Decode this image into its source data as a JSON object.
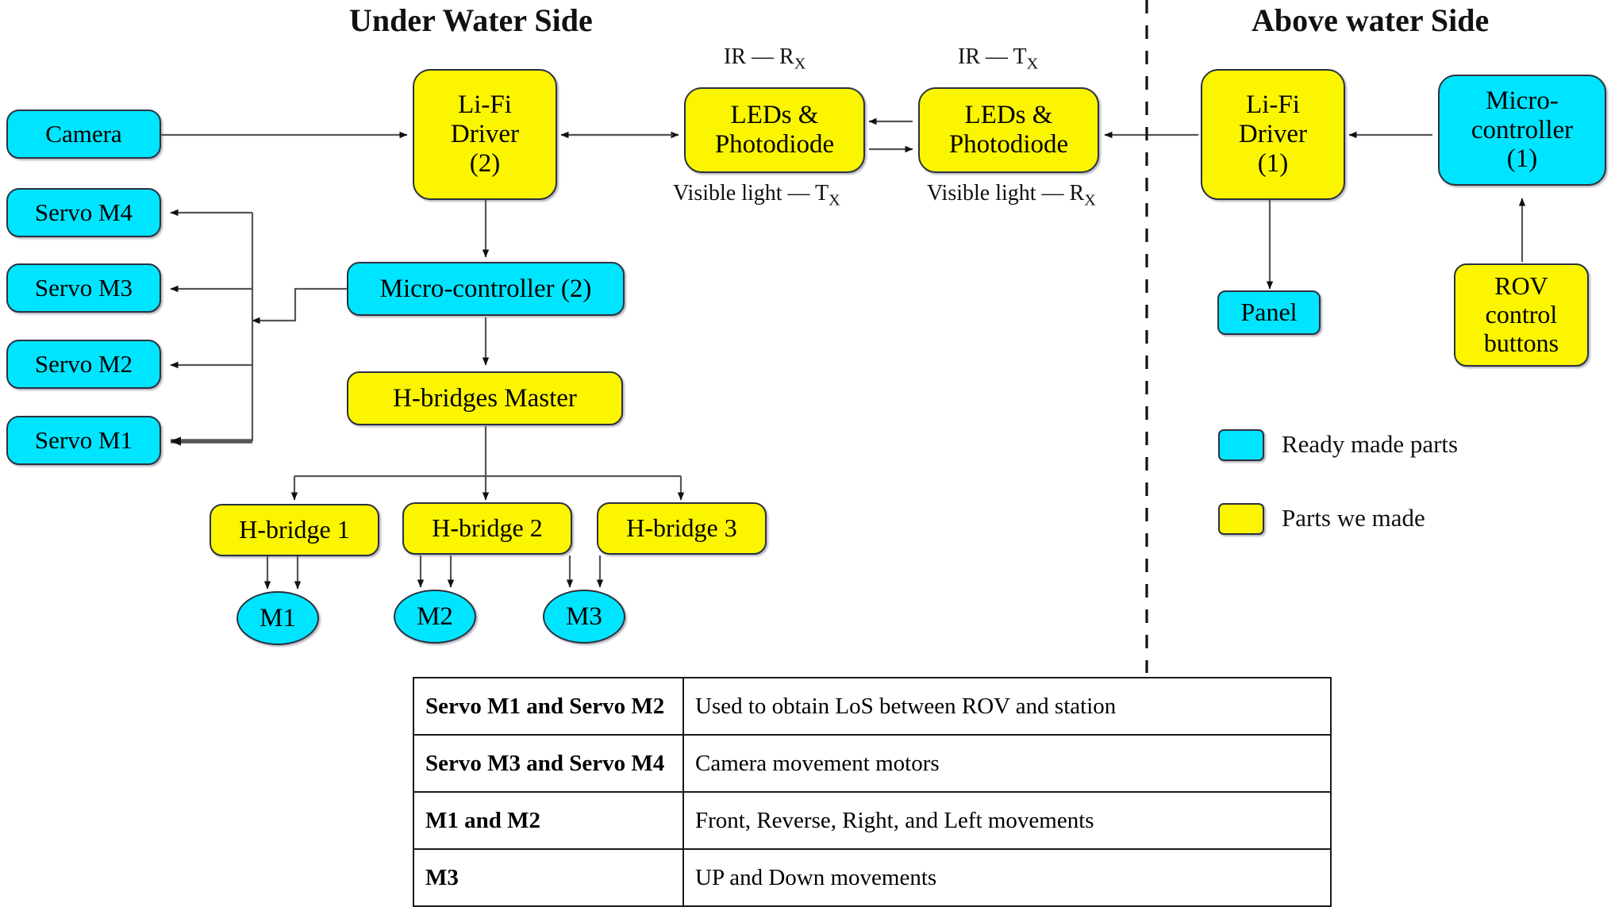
{
  "sections": {
    "left_title": "Under Water Side",
    "right_title": "Above water Side"
  },
  "nodes": {
    "camera": "Camera",
    "servo_m4": "Servo M4",
    "servo_m3": "Servo M3",
    "servo_m2": "Servo M2",
    "servo_m1": "Servo M1",
    "lifi_driver_2_l1": "Li-Fi",
    "lifi_driver_2_l2": "Driver",
    "lifi_driver_2_l3": "(2)",
    "leds_photodiode_uw_l1": "LEDs &",
    "leds_photodiode_uw_l2": "Photodiode",
    "leds_photodiode_aw_l1": "LEDs &",
    "leds_photodiode_aw_l2": "Photodiode",
    "lifi_driver_1_l1": "Li-Fi",
    "lifi_driver_1_l2": "Driver",
    "lifi_driver_1_l3": "(1)",
    "microcontroller_1_l1": "Micro-",
    "microcontroller_1_l2": "controller",
    "microcontroller_1_l3": "(1)",
    "panel": "Panel",
    "rov_control_l1": "ROV",
    "rov_control_l2": "control",
    "rov_control_l3": "buttons",
    "microcontroller_2": "Micro-controller (2)",
    "hbridges_master": "H-bridges Master",
    "hbridge_1": "H-bridge 1",
    "hbridge_2": "H-bridge 2",
    "hbridge_3": "H-bridge 3",
    "motor_m1": "M1",
    "motor_m2": "M2",
    "motor_m3": "M3"
  },
  "edge_labels": {
    "ir_rx_prefix": "IR — R",
    "ir_rx_sub": "X",
    "ir_tx_prefix": "IR — T",
    "ir_tx_sub": "X",
    "visible_tx_prefix": "Visible light — T",
    "visible_tx_sub": "X",
    "visible_rx_prefix": "Visible light — R",
    "visible_rx_sub": "X"
  },
  "legend": {
    "items": [
      {
        "label": "Ready made parts",
        "color": "#00e5ff"
      },
      {
        "label": "Parts we made",
        "color": "#fbf500"
      }
    ]
  },
  "table": {
    "rows": [
      {
        "key": "Servo M1 and Servo M2",
        "value": "Used to obtain LoS between ROV and station"
      },
      {
        "key": "Servo M3 and Servo M4",
        "value": "Camera movement motors"
      },
      {
        "key": "M1 and M2",
        "value": "Front, Reverse, Right, and Left movements"
      },
      {
        "key": "M3",
        "value": "UP and Down movements"
      }
    ]
  },
  "colors": {
    "ready_made": "#00e5ff",
    "we_made": "#fbf500",
    "stroke": "#2b3140",
    "edge": "#555555"
  }
}
